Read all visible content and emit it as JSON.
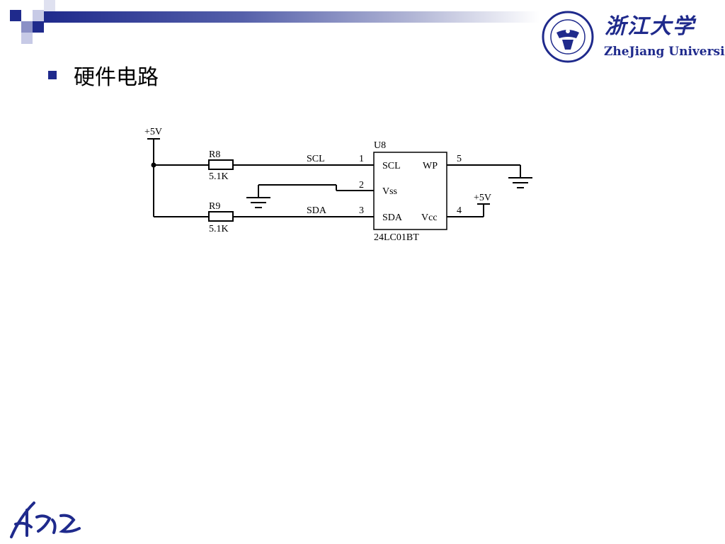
{
  "header": {
    "logo_cn": "浙江大学",
    "logo_en": "ZheJiang University"
  },
  "heading": "硬件电路",
  "circuit": {
    "supply_top": "+5V",
    "supply_right": "+5V",
    "r8": {
      "name": "R8",
      "value": "5.1K"
    },
    "r9": {
      "name": "R9",
      "value": "5.1K"
    },
    "net_scl": "SCL",
    "net_sda": "SDA",
    "ic": {
      "ref": "U8",
      "part": "24LC01BT",
      "pins": [
        {
          "num": "1",
          "label": "SCL"
        },
        {
          "num": "2",
          "label": "Vss"
        },
        {
          "num": "3",
          "label": "SDA"
        },
        {
          "num": "4",
          "label": "Vcc"
        },
        {
          "num": "5",
          "label": "WP"
        }
      ]
    }
  },
  "colors": {
    "brand": "#1f2a8c"
  }
}
